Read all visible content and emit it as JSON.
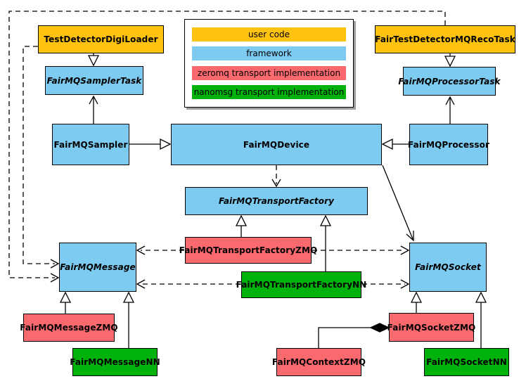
{
  "diagram": {
    "colors": {
      "user_code": "#FFC20E",
      "framework": "#7DCBF0",
      "zeromq": "#F9696E",
      "nanomsg": "#00B20C",
      "line": "#000000",
      "background": "#FFFFFF",
      "legend_shadow": "#9E9E9E"
    },
    "legend": {
      "items": [
        {
          "label": "user code",
          "color": "#FFC20E"
        },
        {
          "label": "framework",
          "color": "#7DCBF0"
        },
        {
          "label": "zeromq transport implementation",
          "color": "#F9696E"
        },
        {
          "label": "nanomsg transport implementation",
          "color": "#00B20C"
        }
      ]
    },
    "nodes": {
      "testDetectorDigiLoader": {
        "label": "TestDetectorDigiLoader",
        "category": "user-code",
        "abstract": false
      },
      "fairTestDetectorMQRecoTask": {
        "label": "FairTestDetectorMQRecoTask",
        "category": "user-code",
        "abstract": false
      },
      "fairMQSamplerTask": {
        "label": "FairMQSamplerTask",
        "category": "framework",
        "abstract": true
      },
      "fairMQProcessorTask": {
        "label": "FairMQProcessorTask",
        "category": "framework",
        "abstract": true
      },
      "fairMQSampler": {
        "label": "FairMQSampler",
        "category": "framework",
        "abstract": false
      },
      "fairMQDevice": {
        "label": "FairMQDevice",
        "category": "framework",
        "abstract": false
      },
      "fairMQProcessor": {
        "label": "FairMQProcessor",
        "category": "framework",
        "abstract": false
      },
      "fairMQTransportFactory": {
        "label": "FairMQTransportFactory",
        "category": "framework",
        "abstract": true
      },
      "fairMQTransportFactoryZMQ": {
        "label": "FairMQTransportFactoryZMQ",
        "category": "zeromq",
        "abstract": false
      },
      "fairMQTransportFactoryNN": {
        "label": "FairMQTransportFactoryNN",
        "category": "nanomsg",
        "abstract": false
      },
      "fairMQMessage": {
        "label": "FairMQMessage",
        "category": "framework",
        "abstract": true
      },
      "fairMQSocket": {
        "label": "FairMQSocket",
        "category": "framework",
        "abstract": true
      },
      "fairMQMessageZMQ": {
        "label": "FairMQMessageZMQ",
        "category": "zeromq",
        "abstract": false
      },
      "fairMQMessageNN": {
        "label": "FairMQMessageNN",
        "category": "nanomsg",
        "abstract": false
      },
      "fairMQContextZMQ": {
        "label": "FairMQContextZMQ",
        "category": "zeromq",
        "abstract": false
      },
      "fairMQSocketZMQ": {
        "label": "FairMQSocketZMQ",
        "category": "zeromq",
        "abstract": false
      },
      "fairMQSocketNN": {
        "label": "FairMQSocketNN",
        "category": "nanomsg",
        "abstract": false
      }
    },
    "edges": [
      {
        "from": "TestDetectorDigiLoader",
        "to": "FairMQSamplerTask",
        "type": "inheritance"
      },
      {
        "from": "FairTestDetectorMQRecoTask",
        "to": "FairMQProcessorTask",
        "type": "inheritance"
      },
      {
        "from": "FairMQSampler",
        "to": "FairMQDevice",
        "type": "inheritance"
      },
      {
        "from": "FairMQProcessor",
        "to": "FairMQDevice",
        "type": "inheritance"
      },
      {
        "from": "FairMQSampler",
        "to": "FairMQSamplerTask",
        "type": "association"
      },
      {
        "from": "FairMQProcessor",
        "to": "FairMQProcessorTask",
        "type": "association"
      },
      {
        "from": "FairMQDevice",
        "to": "FairMQTransportFactory",
        "type": "dependency"
      },
      {
        "from": "FairMQDevice",
        "to": "FairMQSocket",
        "type": "association"
      },
      {
        "from": "FairMQTransportFactoryZMQ",
        "to": "FairMQTransportFactory",
        "type": "inheritance"
      },
      {
        "from": "FairMQTransportFactoryNN",
        "to": "FairMQTransportFactory",
        "type": "inheritance"
      },
      {
        "from": "FairMQTransportFactoryZMQ",
        "to": "FairMQMessage",
        "type": "dependency"
      },
      {
        "from": "FairMQTransportFactoryZMQ",
        "to": "FairMQSocket",
        "type": "dependency"
      },
      {
        "from": "FairMQTransportFactoryNN",
        "to": "FairMQMessage",
        "type": "dependency"
      },
      {
        "from": "FairMQTransportFactoryNN",
        "to": "FairMQSocket",
        "type": "dependency"
      },
      {
        "from": "TestDetectorDigiLoader",
        "to": "FairMQMessage",
        "type": "dependency"
      },
      {
        "from": "FairTestDetectorMQRecoTask",
        "to": "FairMQMessage",
        "type": "dependency"
      },
      {
        "from": "FairMQMessageZMQ",
        "to": "FairMQMessage",
        "type": "inheritance"
      },
      {
        "from": "FairMQMessageNN",
        "to": "FairMQMessage",
        "type": "inheritance"
      },
      {
        "from": "FairMQSocketZMQ",
        "to": "FairMQSocket",
        "type": "inheritance"
      },
      {
        "from": "FairMQSocketNN",
        "to": "FairMQSocket",
        "type": "inheritance"
      },
      {
        "from": "FairMQContextZMQ",
        "to": "FairMQSocketZMQ",
        "type": "composition"
      }
    ]
  }
}
